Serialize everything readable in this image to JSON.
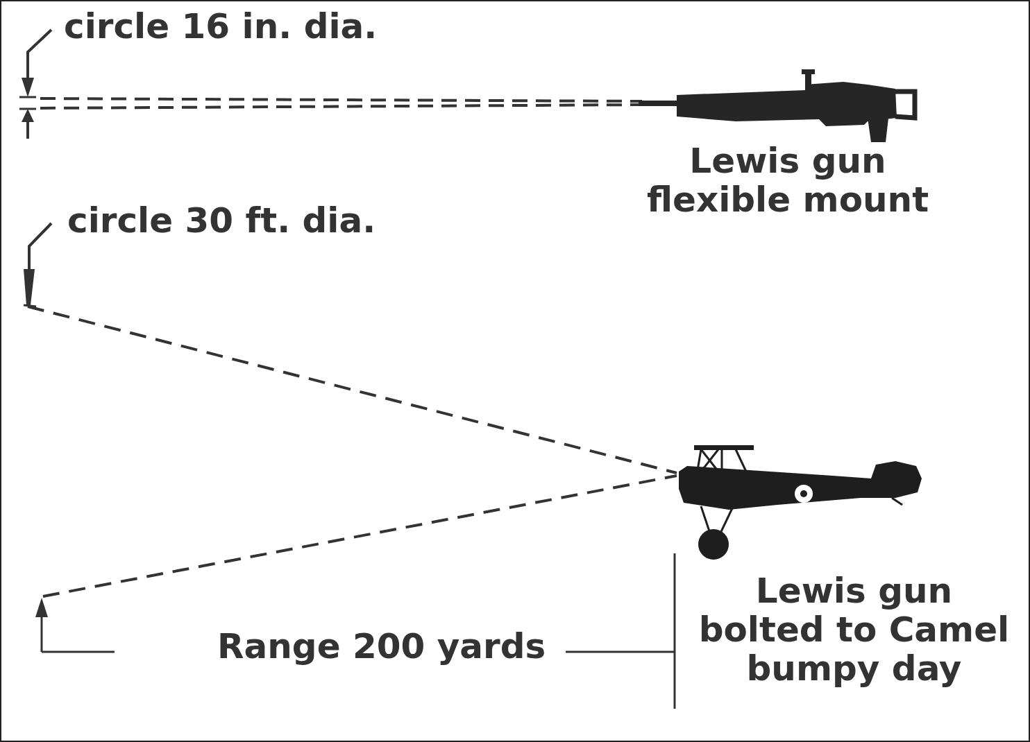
{
  "diagram": {
    "labels": [
      "circle 16 in. dia.",
      "Lewis gun flexible mount",
      "circle 30 ft. dia.",
      "Range 200 yards",
      "Lewis gun bolted to Camel bumpy day"
    ]
  }
}
